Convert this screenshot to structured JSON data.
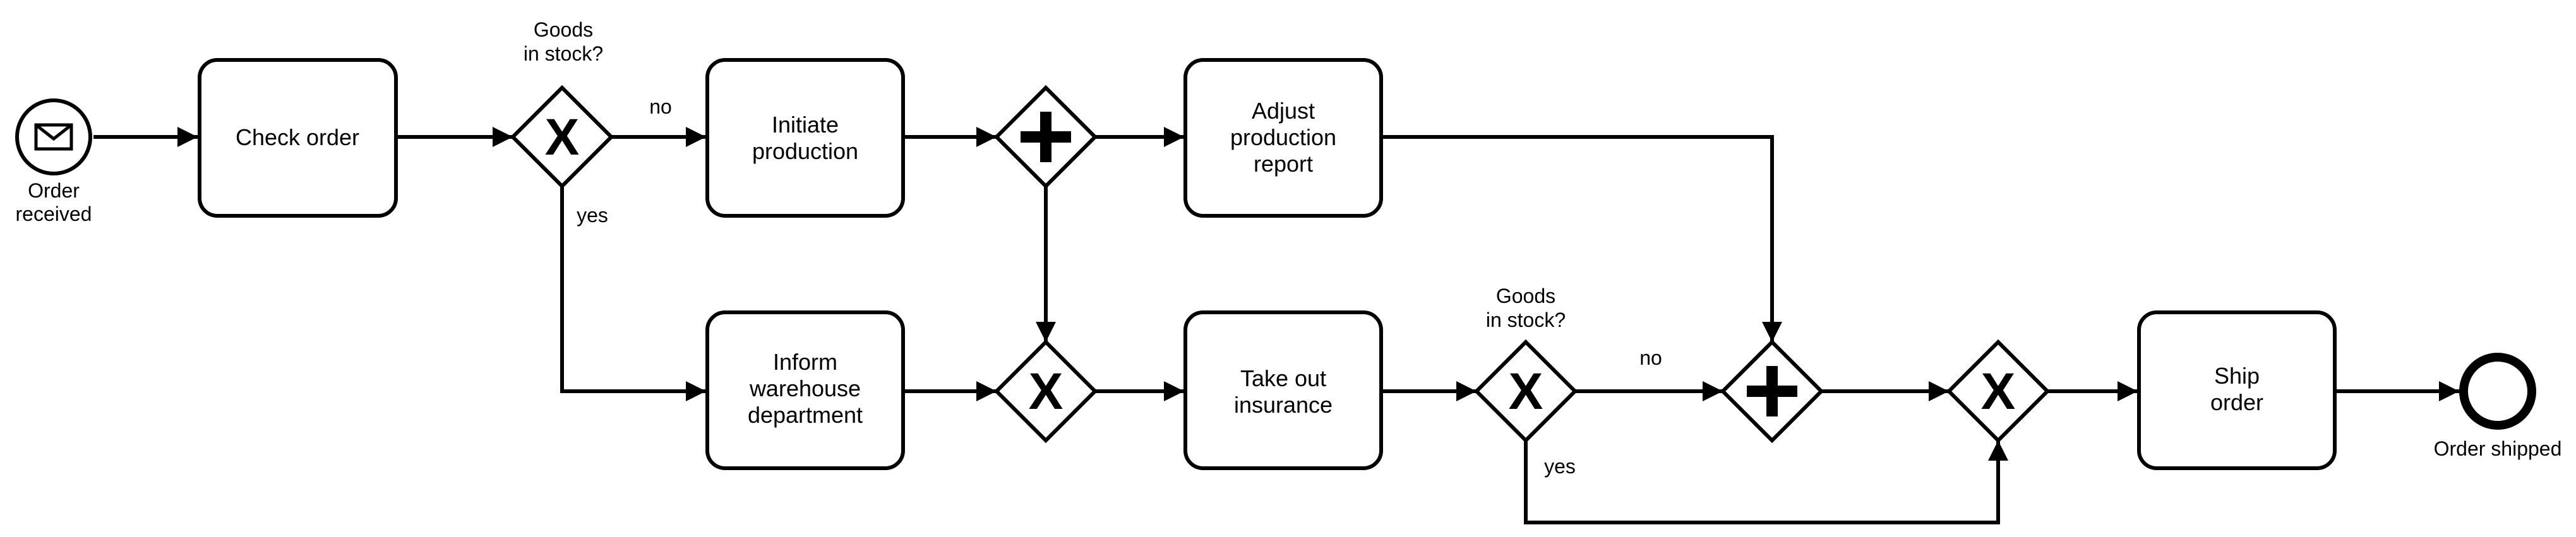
{
  "diagram": {
    "start_event": {
      "label_1": "Order",
      "label_2": "received",
      "icon": "envelope-icon"
    },
    "end_event": {
      "label": "Order shipped"
    },
    "tasks": {
      "check_order": {
        "lines": [
          "Check order"
        ]
      },
      "initiate_production": {
        "lines": [
          "Initiate",
          "production"
        ]
      },
      "adjust_report": {
        "lines": [
          "Adjust",
          "production",
          "report"
        ]
      },
      "inform_warehouse": {
        "lines": [
          "Inform",
          "warehouse",
          "department"
        ]
      },
      "take_insurance": {
        "lines": [
          "Take out",
          "insurance"
        ]
      },
      "ship_order": {
        "lines": [
          "Ship",
          "order"
        ]
      }
    },
    "gateways": {
      "goods_check_1": {
        "label_1": "Goods",
        "label_2": "in stock?",
        "symbol": "X"
      },
      "goods_check_2": {
        "label_1": "Goods",
        "label_2": "in stock?",
        "symbol": "X"
      }
    },
    "flow_labels": {
      "no_1": "no",
      "yes_1": "yes",
      "no_2": "no",
      "yes_2": "yes"
    },
    "colors": {
      "stroke": "#000000",
      "fill": "#ffffff"
    }
  }
}
